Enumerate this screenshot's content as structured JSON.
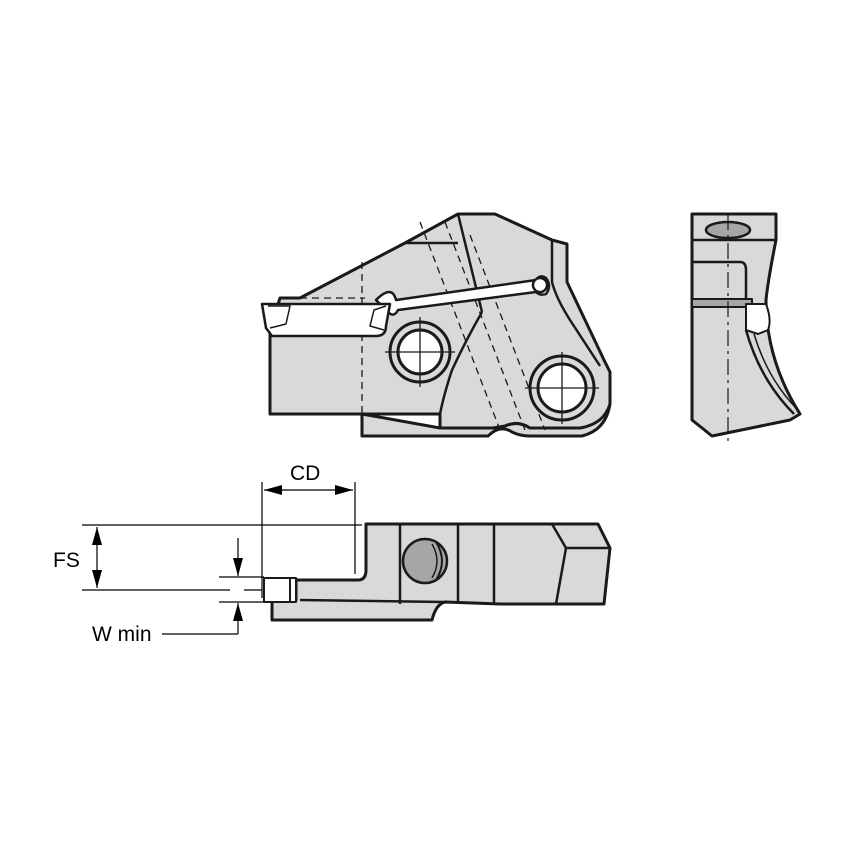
{
  "diagram": {
    "type": "technical-drawing",
    "subject": "grooving tool holder with insert",
    "views": [
      "side-view",
      "end-view",
      "top-view"
    ]
  },
  "dimensions": {
    "cd": {
      "label": "CD"
    },
    "fs": {
      "label": "FS"
    },
    "wmin": {
      "label": "W min"
    }
  },
  "colors": {
    "body_fill": "#d9d9d9",
    "dark_fill": "#a6a6a6",
    "outline": "#1a1a1a",
    "insert_fill": "#ffffff",
    "background": "#ffffff"
  }
}
